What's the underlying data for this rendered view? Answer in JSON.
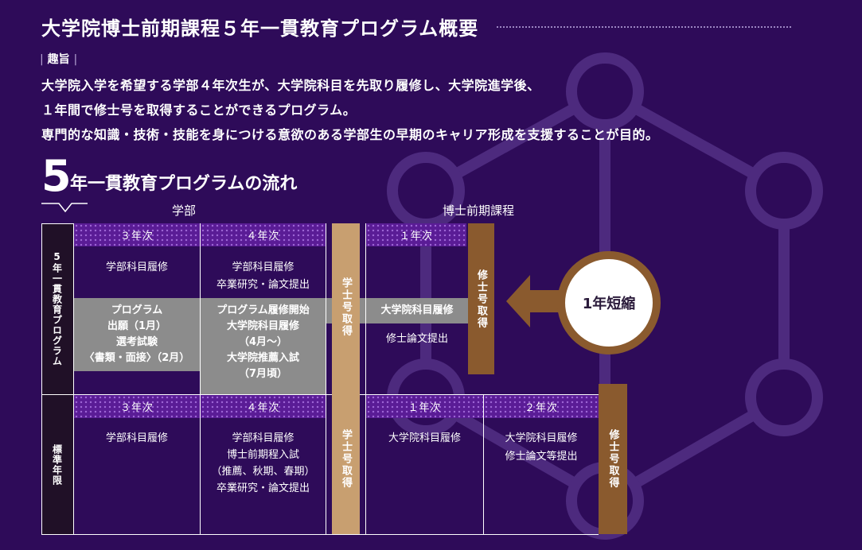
{
  "header": {
    "title": "大学院博士前期課程５年一貫教育プログラム概要",
    "purpose_label": "趣旨",
    "purpose_lines": [
      "大学院入学を希望する学部４年次生が、大学院科目を先取り履修し、大学院進学後、",
      "１年間で修士号を取得することができるプログラム。",
      "専門的な知識・技術・技能を身につける意欲のある学部生の早期のキャリア形成を支援することが目的。"
    ]
  },
  "flow": {
    "big_number": "5",
    "title": "年一貫教育プログラムの流れ",
    "label_undergrad": "学部",
    "label_master": "博士前期課程"
  },
  "program_row": {
    "side_label": "5年一貫教育プログラム",
    "years": [
      "３年次",
      "４年次",
      "１年次"
    ],
    "y3_text": "学部科目履修",
    "y4_lines": [
      "学部科目履修",
      "卒業研究・論文提出"
    ],
    "gray_y3_lines": [
      "プログラム",
      "出願（1月）",
      "選考試験",
      "〈書類・面接〉（2月）"
    ],
    "gray_y4_lines": [
      "プログラム履修開始",
      "大学院科目履修",
      "（4月〜）",
      "大学院推薦入試",
      "（7月頃）"
    ],
    "bachelor_bar": "学士号取得",
    "m1_gray": "大学院科目履修",
    "m1_text": "修士論文提出",
    "master_bar": "修士号取得",
    "shorten_badge": "1年短縮"
  },
  "standard_row": {
    "side_label": "標準年限",
    "years": [
      "３年次",
      "４年次",
      "１年次",
      "２年次"
    ],
    "y3_text": "学部科目履修",
    "y4_lines": [
      "学部科目履修",
      "博士前期程入試",
      "（推薦、秋期、春期）",
      "卒業研究・論文提出"
    ],
    "bachelor_bar": "学士号取得",
    "m1_text": "大学院科目履修",
    "m2_lines": [
      "大学院科目履修",
      "修士論文等提出"
    ],
    "master_bar": "修士号取得"
  },
  "colors": {
    "background": "#2e0b59",
    "bar_tan": "#c89f70",
    "bar_brown": "#8a5a2e",
    "gray": "#8c8c8c",
    "dotted_header": "#5a1c96"
  }
}
